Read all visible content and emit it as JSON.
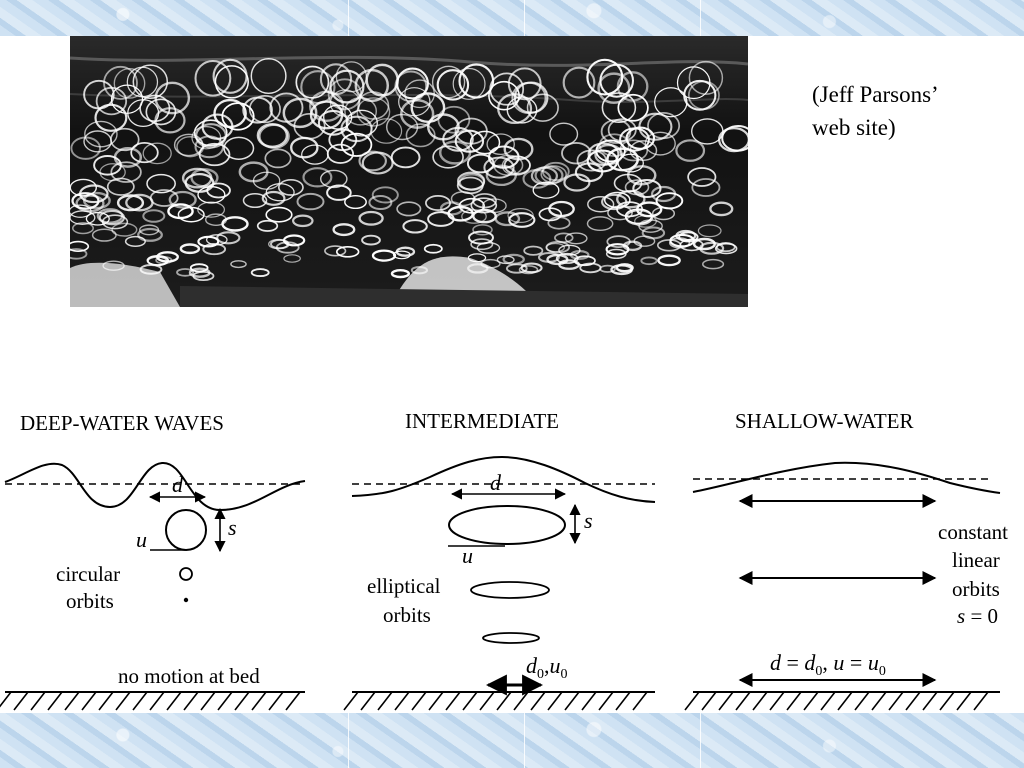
{
  "credit": {
    "line1": "(Jeff Parsons’",
    "line2": "web site)"
  },
  "panels": {
    "deep": {
      "title": "DEEP-WATER WAVES",
      "d_label": "d",
      "s_label": "s",
      "u_label": "u",
      "orbit_label_1": "circular",
      "orbit_label_2": "orbits",
      "bed_label": "no motion at bed"
    },
    "intermediate": {
      "title": "INTERMEDIATE",
      "d_label": "d",
      "s_label": "s",
      "u_label": "u",
      "orbit_label_1": "elliptical",
      "orbit_label_2": "orbits",
      "bed_label_d": "d",
      "bed_label_sep": ",",
      "bed_label_u": "u",
      "bed_label_sub": "0"
    },
    "shallow": {
      "title": "SHALLOW-WATER",
      "orbit_label_1": "constant",
      "orbit_label_2": "linear",
      "orbit_label_3": "orbits",
      "s_var": "s",
      "s_rest": " = 0",
      "bed_d": "d",
      "bed_eq1": " = ",
      "bed_d0": "d",
      "bed_sub1": "0",
      "bed_comma": ", ",
      "bed_u": "u",
      "bed_eq2": " = ",
      "bed_u0": "u",
      "bed_sub2": "0"
    }
  },
  "colors": {
    "background": "#ffffff",
    "texture": "#cfe2f3",
    "photo_bg": "#141414",
    "line": "#000000"
  }
}
